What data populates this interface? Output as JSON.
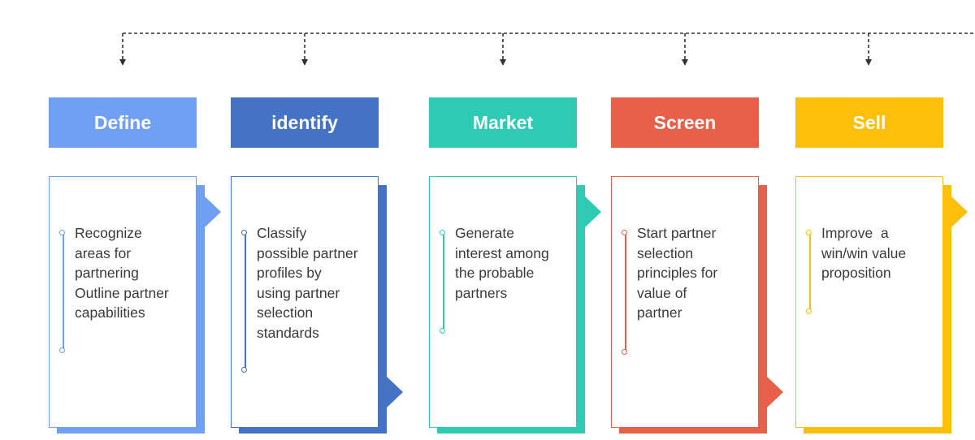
{
  "stages": [
    {
      "id": "define",
      "title": "Define",
      "lines": [
        "Recognize",
        "areas for",
        "partnering",
        "Outline partner",
        "capabilities"
      ],
      "color": "#6fa0f5"
    },
    {
      "id": "identify",
      "title": "identify",
      "lines": [
        "Classify",
        "possible partner",
        "profiles by",
        "using partner",
        "selection",
        "standards"
      ],
      "color": "#4472c4"
    },
    {
      "id": "market",
      "title": "Market",
      "lines": [
        "Generate",
        "interest among",
        "the probable",
        "partners"
      ],
      "color": "#2ecbb3"
    },
    {
      "id": "screen",
      "title": "Screen",
      "lines": [
        "Start partner",
        "selection",
        "principles for",
        "value of",
        "partner"
      ],
      "color": "#e8604a"
    },
    {
      "id": "sell",
      "title": "Sell",
      "lines": [
        "Improve  a",
        "win/win value",
        "proposition"
      ],
      "color": "#fcbf0b"
    }
  ]
}
